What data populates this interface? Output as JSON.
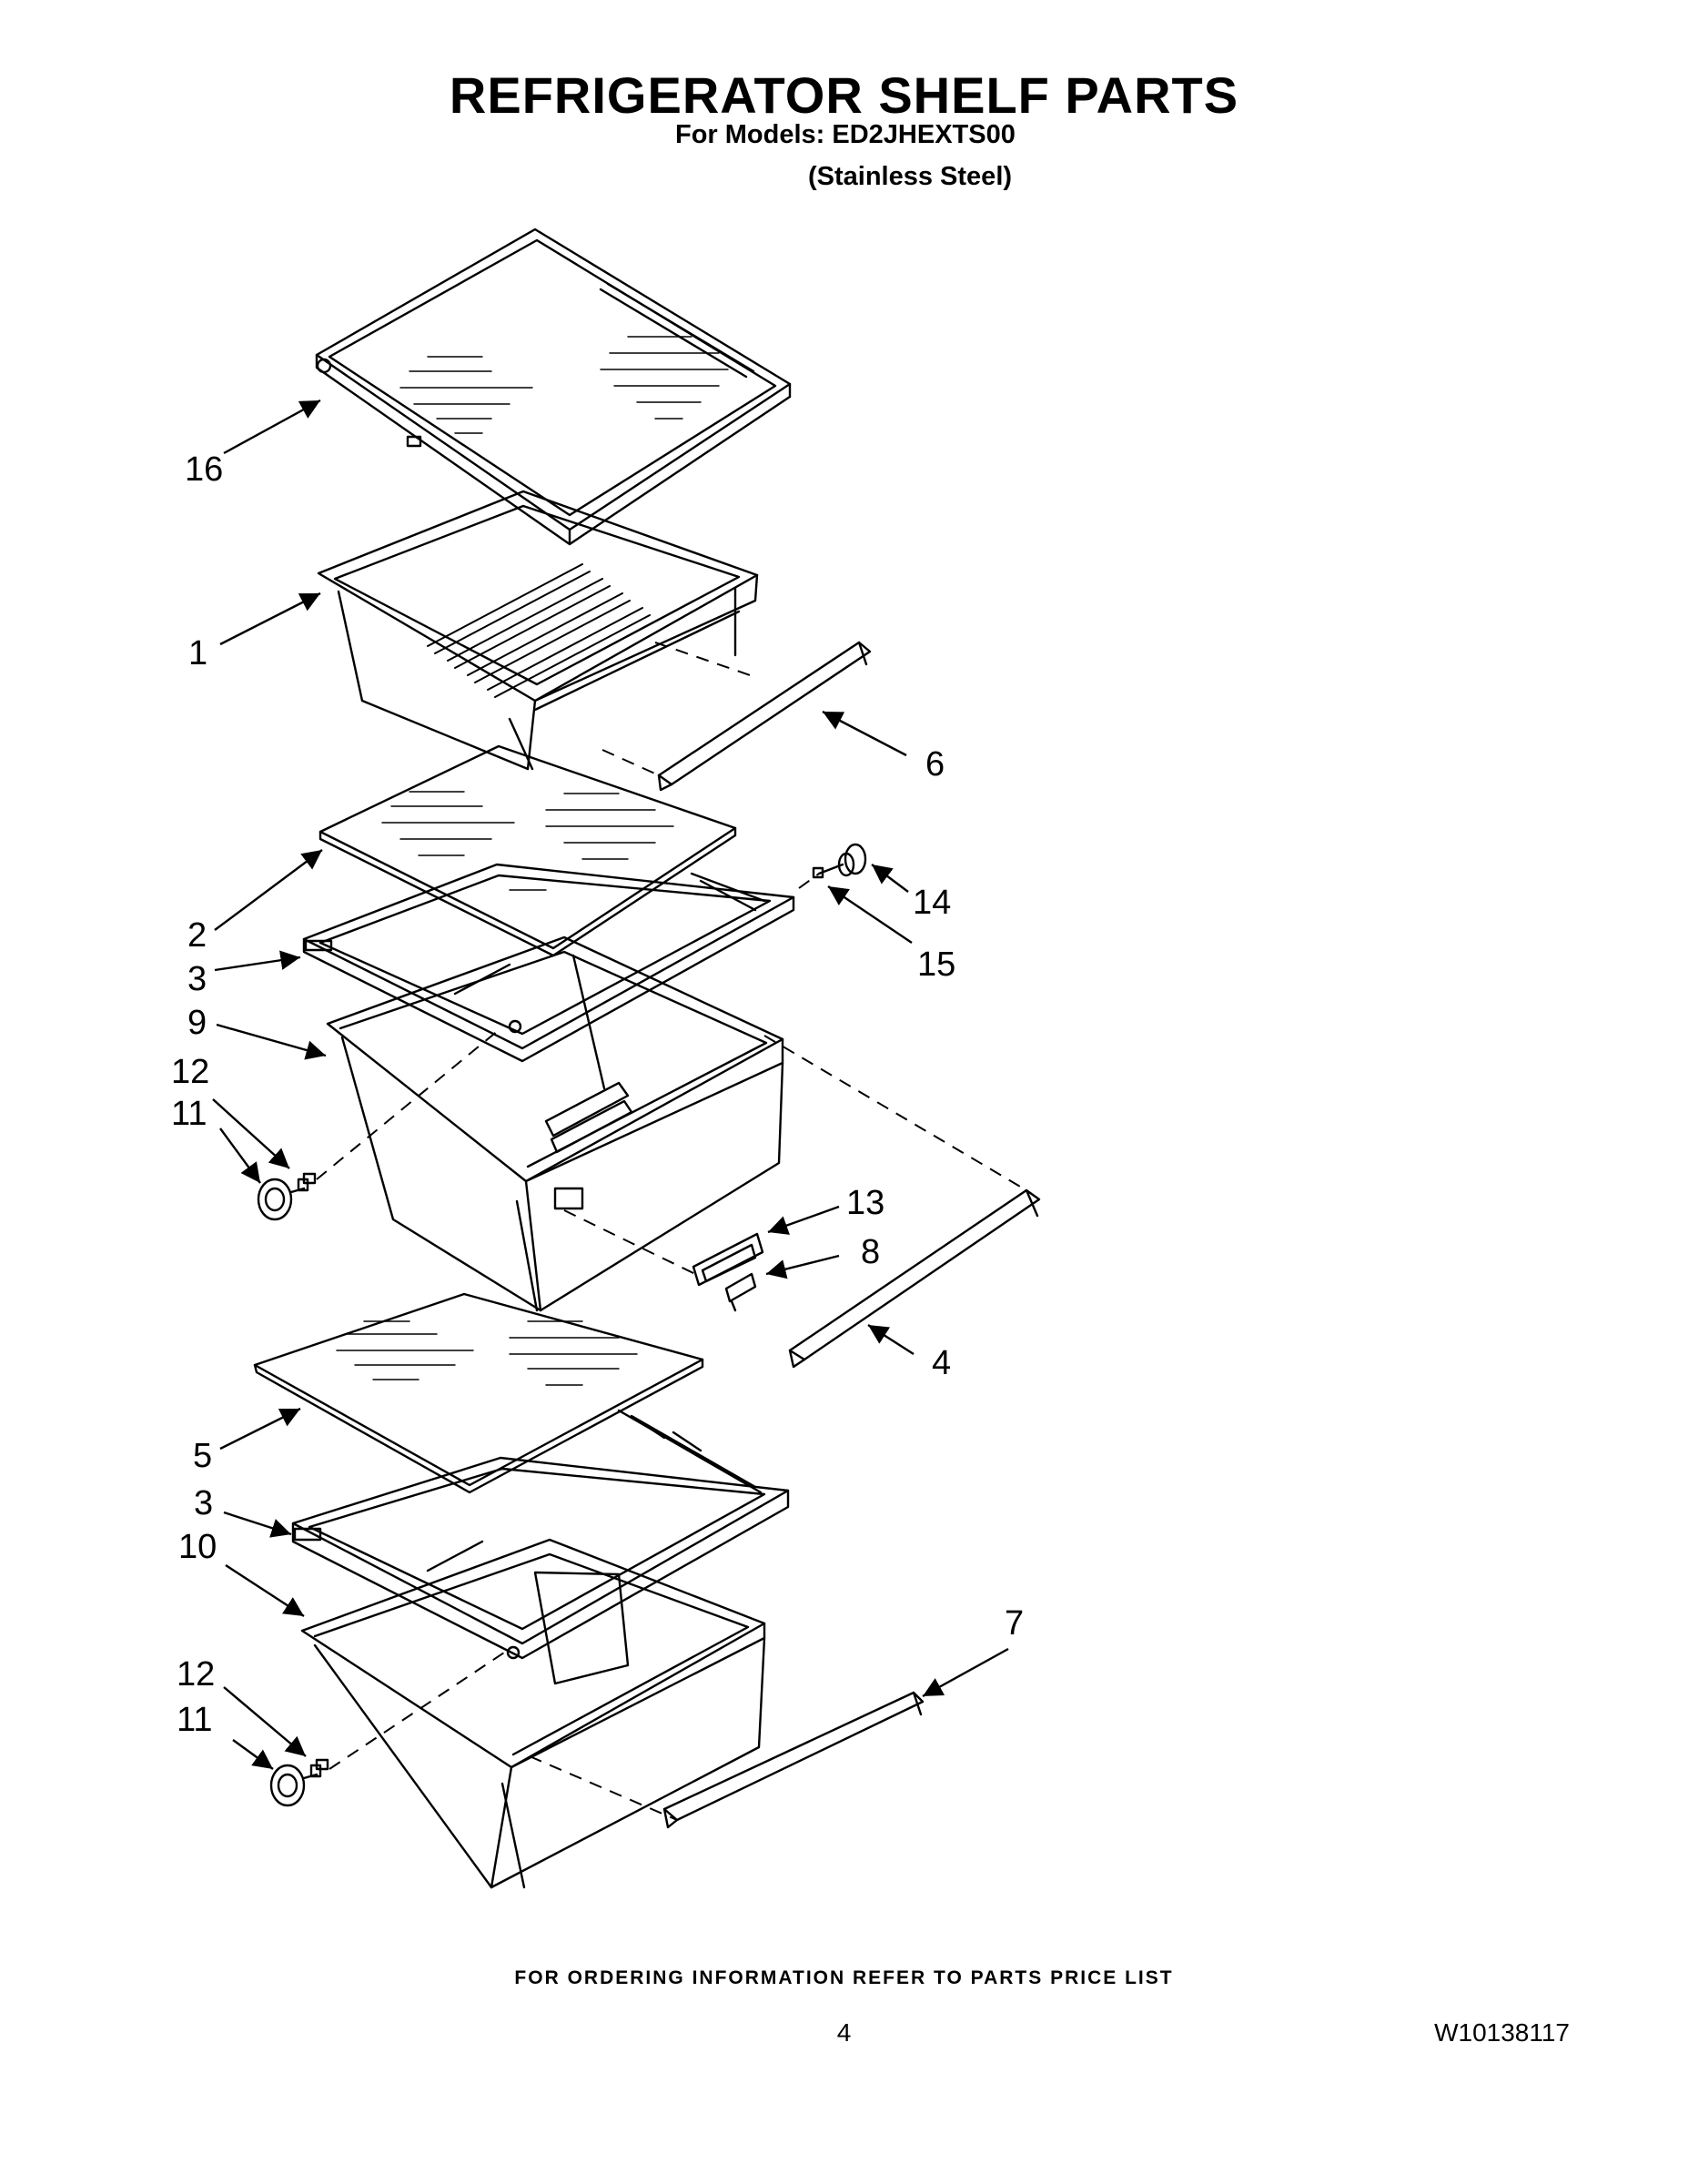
{
  "header": {
    "title": "REFRIGERATOR SHELF PARTS",
    "models_line": "For Models: ED2JHEXTS00",
    "variant_line": "(Stainless Steel)"
  },
  "callouts": {
    "c16": "16",
    "c1": "1",
    "c6": "6",
    "c2": "2",
    "c3a": "3",
    "c9": "9",
    "c12a": "12",
    "c11a": "11",
    "c14": "14",
    "c15": "15",
    "c13": "13",
    "c8": "8",
    "c4": "4",
    "c5": "5",
    "c3b": "3",
    "c10": "10",
    "c7": "7",
    "c12b": "12",
    "c11b": "11"
  },
  "footer": {
    "ordering_note": "FOR ORDERING INFORMATION REFER TO PARTS PRICE LIST",
    "page_number": "4",
    "document_number": "W10138117"
  }
}
